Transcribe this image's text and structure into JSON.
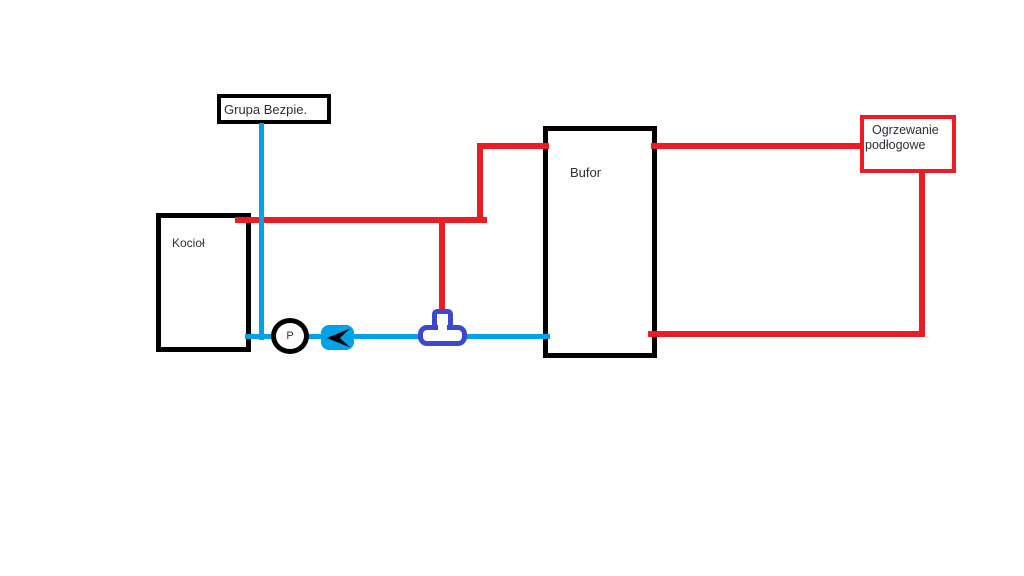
{
  "colors": {
    "red": "#ed1c24",
    "cyan": "#00a2e8",
    "indigo": "#3f48cc",
    "black": "#000000",
    "text": "#2f2f38"
  },
  "labels": {
    "grupa": "Grupa Bezpie.",
    "kociol": "Kocioł",
    "bufor": "Bufor",
    "ogrzewanie_line1": "Ogrzewanie",
    "ogrzewanie_line2": "podłogowe",
    "pump": "P"
  },
  "icons": {
    "check_valve": "left-arrow-check-valve-icon"
  }
}
